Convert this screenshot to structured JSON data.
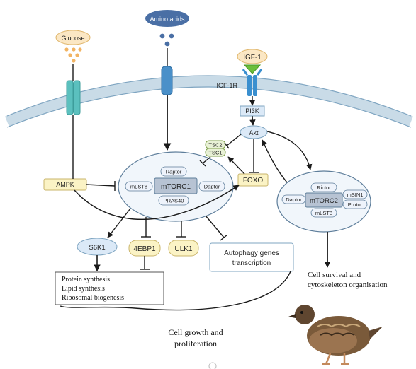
{
  "diagram": {
    "ligands": {
      "glucose": "Glucose",
      "amino_acids": "Amino acids",
      "igf1": "IGF-1"
    },
    "receptors": {
      "igf1r": "IGF-1R"
    },
    "nodes": {
      "pi3k": "PI3K",
      "akt": "Akt",
      "tsc2": "TSC2",
      "tsc1": "TSC1",
      "foxo": "FOXO",
      "ampk": "AMPK",
      "s6k1": "S6K1",
      "fourebp1": "4EBP1",
      "ulk1": "ULK1",
      "autophagy": [
        "Autophagy genes",
        "transcription"
      ]
    },
    "mtorc1": {
      "core": "mTORC1",
      "raptor": "Raptor",
      "mlst8": "mLST8",
      "daptor": "Daptor",
      "pras40": "PRAS40"
    },
    "mtorc2": {
      "core": "mTORC2",
      "rictor": "Rictor",
      "daptor": "Daptor",
      "msin1": "mSIN1",
      "protor": "Protor",
      "mlst8": "mLST8"
    },
    "outcomes": {
      "synthesis": [
        "Protein synthesis",
        "Lipid synthesis",
        "Ribosomal biogenesis"
      ],
      "growth": [
        "Cell growth and",
        "proliferation"
      ],
      "survival": [
        "Cell survival and",
        "cytoskeleton organisation"
      ]
    }
  },
  "colors": {
    "membrane": "#c9dbe7",
    "glucose_transporter": "#5bc0be",
    "aa_transporter": "#4a90c9",
    "receptor": "#3a8fcf",
    "igf_ligand": "#6cbf3c",
    "complex_fill": "#f1f6fb",
    "complex_stroke": "#5d7d9a",
    "core_fill": "#b7c3d3",
    "subunit_fill": "#eef3fb",
    "green_node": "#e8f1d5",
    "yellow_node": "#fbf3c5",
    "blue_node": "#dbe9f7"
  },
  "icons": [
    "glucose-molecules-icon",
    "amino-acid-molecules-icon",
    "quail-bird-icon"
  ]
}
